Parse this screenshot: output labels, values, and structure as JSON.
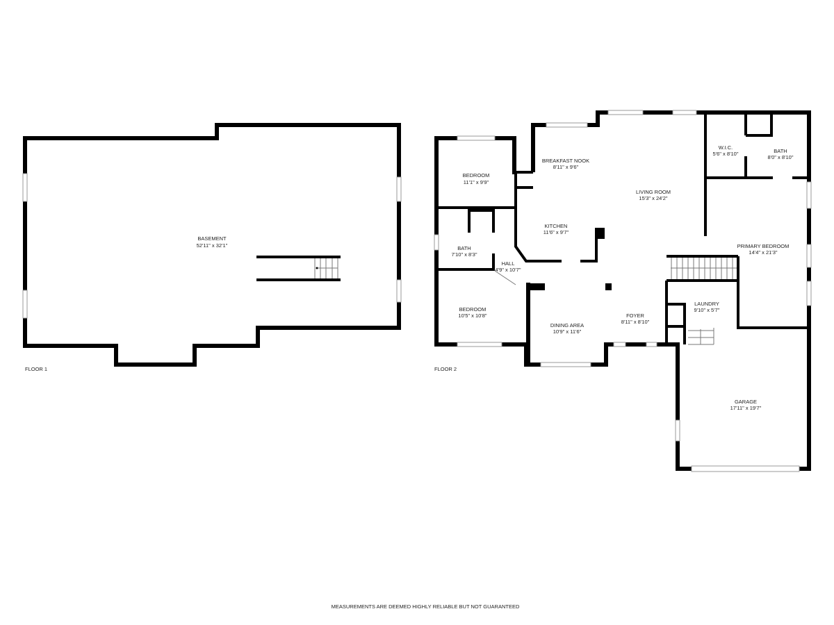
{
  "floors": [
    {
      "label": "FLOOR 1",
      "rooms": [
        {
          "name": "BASEMENT",
          "dims": "52'11\" x 32'1\""
        }
      ]
    },
    {
      "label": "FLOOR 2",
      "rooms": [
        {
          "name": "BEDROOM",
          "dims": "11'1\" x 9'9\""
        },
        {
          "name": "BREAKFAST NOOK",
          "dims": "8'11\" x 9'6\""
        },
        {
          "name": "LIVING ROOM",
          "dims": "15'3\" x 24'2\""
        },
        {
          "name": "W.I.C.",
          "dims": "5'6\" x 8'10\""
        },
        {
          "name": "BATH",
          "dims": "8'0\" x 8'10\""
        },
        {
          "name": "KITCHEN",
          "dims": "11'6\" x 9'7\""
        },
        {
          "name": "BATH",
          "dims": "7'10\" x 8'3\""
        },
        {
          "name": "HALL",
          "dims": "4'9\" x 10'7\""
        },
        {
          "name": "PRIMARY BEDROOM",
          "dims": "14'4\" x 21'3\""
        },
        {
          "name": "BEDROOM",
          "dims": "10'5\" x 10'8\""
        },
        {
          "name": "DINING AREA",
          "dims": "10'9\" x 11'6\""
        },
        {
          "name": "FOYER",
          "dims": "8'11\" x 8'10\""
        },
        {
          "name": "LAUNDRY",
          "dims": "9'10\" x 5'7\""
        },
        {
          "name": "GARAGE",
          "dims": "17'11\" x 19'7\""
        }
      ]
    }
  ],
  "footer": "MEASUREMENTS ARE DEEMED HIGHLY RELIABLE BUT NOT GUARANTEED"
}
